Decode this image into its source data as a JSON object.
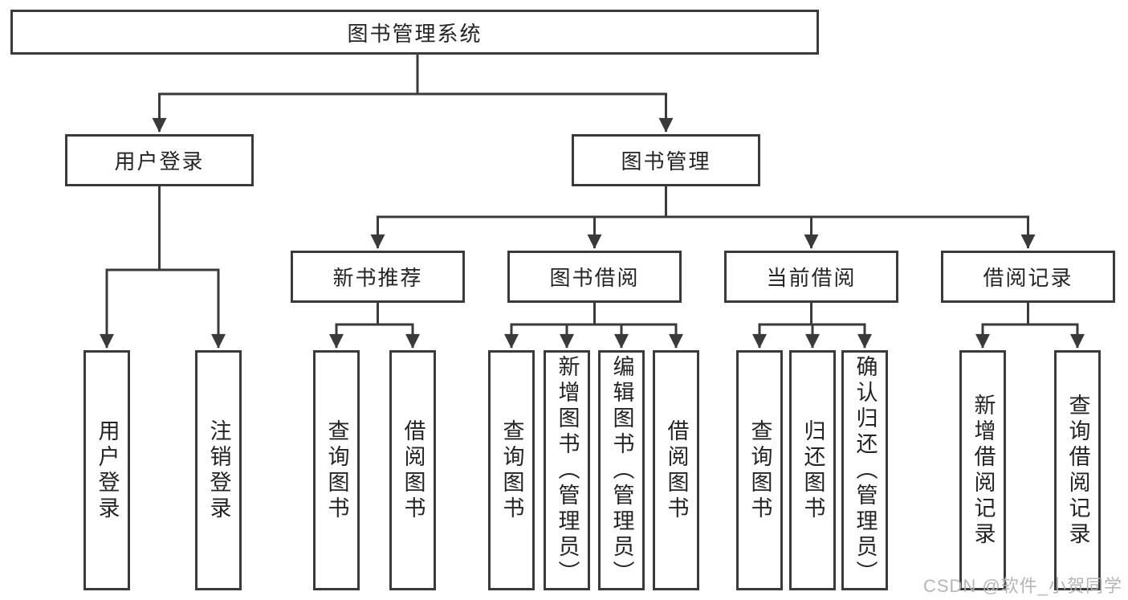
{
  "diagram": {
    "type": "hierarchy-tree",
    "orientation": "top-down",
    "colors": {
      "line": "#3a3a3a",
      "box_border": "#3a3a3a",
      "box_fill": "#ffffff",
      "text": "#242424",
      "background": "#ffffff",
      "watermark": "#b2b2b2"
    }
  },
  "tree": {
    "root": {
      "label": "图书管理系统"
    },
    "children": [
      {
        "label": "用户登录",
        "children": [
          {
            "label": "用户登录"
          },
          {
            "label": "注销登录"
          }
        ]
      },
      {
        "label": "图书管理",
        "children": [
          {
            "label": "新书推荐",
            "children": [
              {
                "label": "查询图书"
              },
              {
                "label": "借阅图书"
              }
            ]
          },
          {
            "label": "图书借阅",
            "children": [
              {
                "label": "查询图书"
              },
              {
                "label": "新增图书（管理员）"
              },
              {
                "label": "编辑图书（管理员）"
              },
              {
                "label": "借阅图书"
              }
            ]
          },
          {
            "label": "当前借阅",
            "children": [
              {
                "label": "查询图书"
              },
              {
                "label": "归还图书"
              },
              {
                "label": "确认归还（管理员）"
              }
            ]
          },
          {
            "label": "借阅记录",
            "children": [
              {
                "label": "新增借阅记录"
              },
              {
                "label": "查询借阅记录"
              }
            ]
          }
        ]
      }
    ]
  },
  "watermark": {
    "text": "CSDN @软件_小贺同学"
  }
}
